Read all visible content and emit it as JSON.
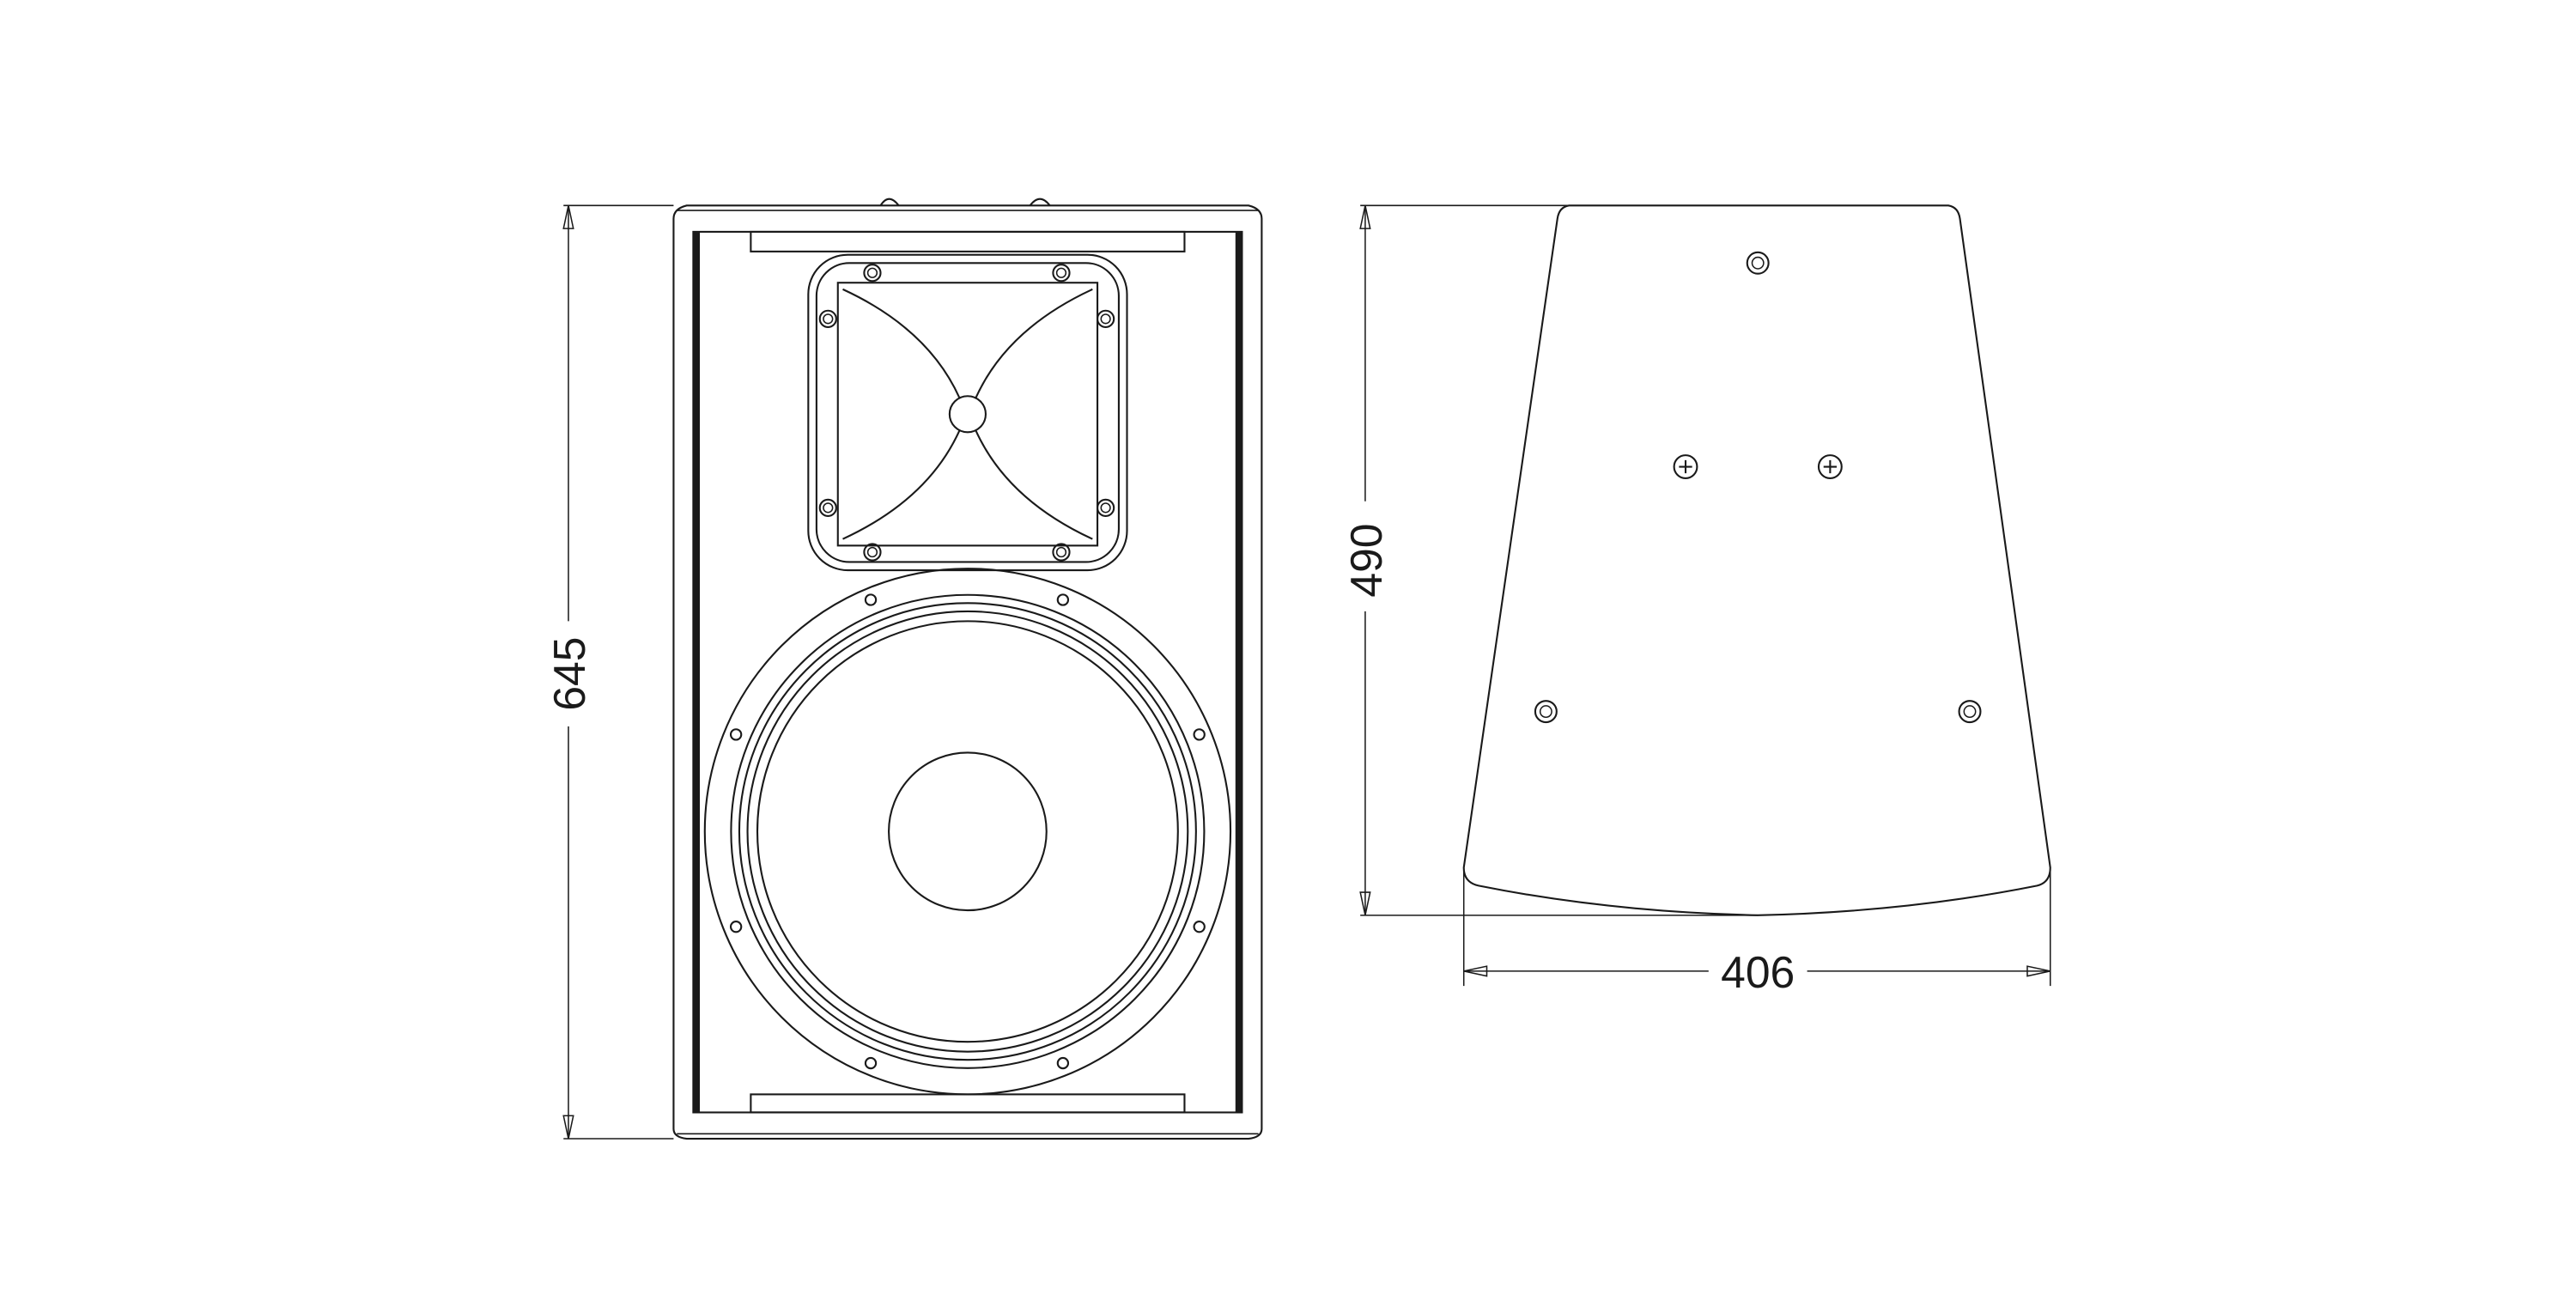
{
  "drawing": {
    "front_view": {
      "height_label": "645"
    },
    "side_view": {
      "depth_label": "490",
      "width_label": "406"
    },
    "line_color": "#1a1a1a",
    "background": "#ffffff"
  }
}
